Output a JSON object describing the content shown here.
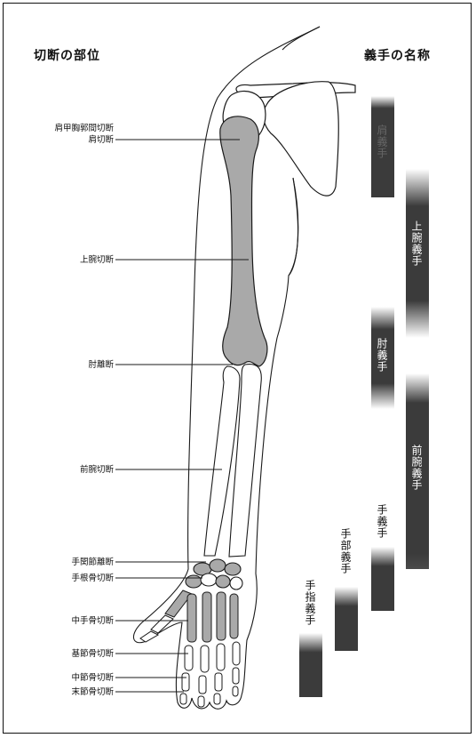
{
  "headings": {
    "amputation_sites": "切断の部位",
    "prosthesis_names": "義手の名称"
  },
  "amputation_sites": [
    "肩甲胸郭間切断",
    "肩切断",
    "上腕切断",
    "肘離断",
    "前腕切断",
    "手関節離断",
    "手根骨切断",
    "中手骨切断",
    "基節骨切断",
    "中節骨切断",
    "末節骨切断"
  ],
  "prostheses": [
    "肩義手",
    "上腕義手",
    "肘義手",
    "前腕義手",
    "手義手",
    "手部義手",
    "手指義手"
  ],
  "colors": {
    "bone_fill": "#a9a9a9",
    "bar_dark": "#3b3b3b",
    "line": "#1a1a1a"
  }
}
